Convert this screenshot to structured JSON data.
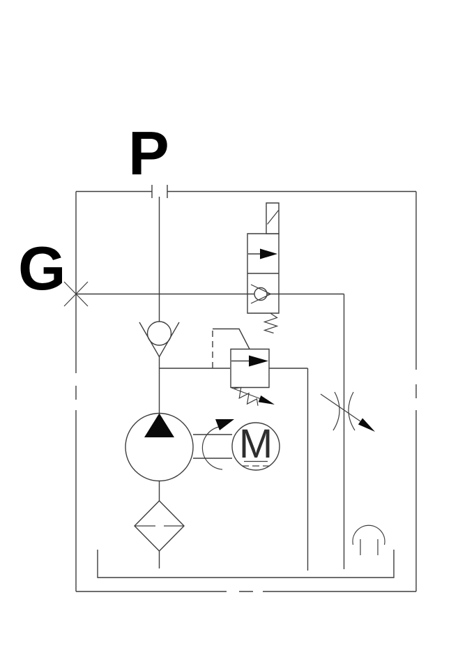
{
  "labels": {
    "port_p": "P",
    "port_g": "G",
    "motor_letter": "M"
  },
  "colors": {
    "line": "#3d3d3d",
    "symbol_fill": "#0a0a0a",
    "background": "#ffffff"
  },
  "components": [
    "enclosure-boundary",
    "port-p-connection",
    "port-g-plug",
    "check-valve",
    "solenoid-cartridge-valve",
    "relief-valve-with-pilot",
    "adjustable-throttle-valve",
    "gear-pump",
    "electric-motor",
    "rotation-arrow",
    "suction-filter",
    "reservoir-tank",
    "breather"
  ]
}
